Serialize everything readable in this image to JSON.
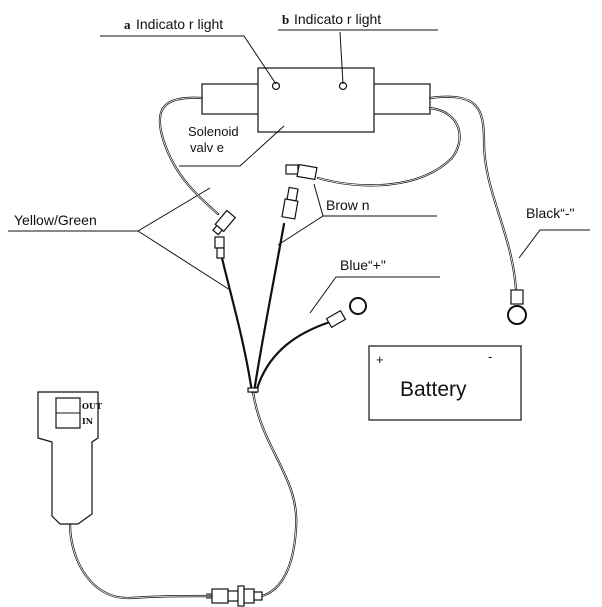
{
  "labels": {
    "indicator_a_letter": "a",
    "indicator_a": "Indicato r  light",
    "indicator_b_letter": "b",
    "indicator_b": "Indicato r  light",
    "solenoid_line1": "Solenoid",
    "solenoid_line2": "valv e",
    "yellow_green": "Yellow/Green",
    "brown": "Brow n",
    "black": "Black“-\"",
    "blue": "Blue“+\"",
    "battery": "Battery",
    "battery_plus": "+",
    "battery_minus": "-",
    "remote_out": "OUT",
    "remote_in": "IN"
  }
}
